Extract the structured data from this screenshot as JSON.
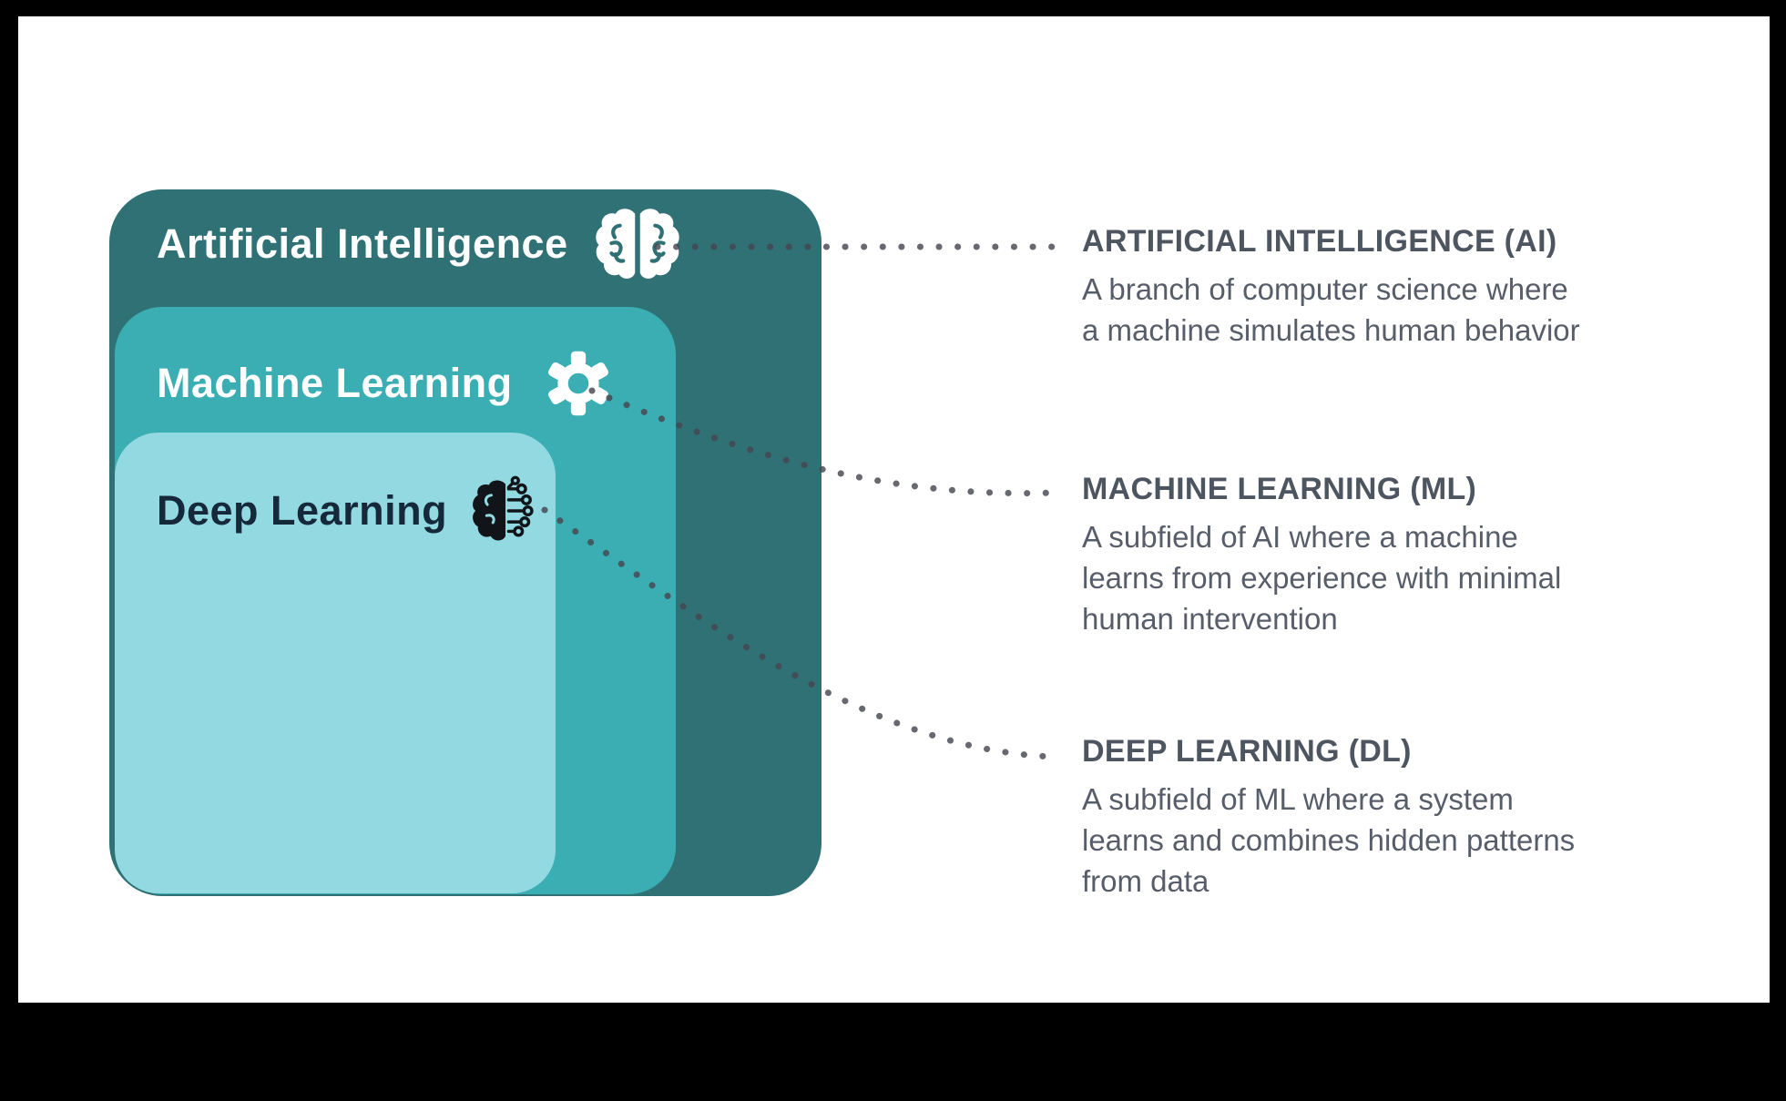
{
  "page": {
    "frame_color": "#000000",
    "panel_color": "#ffffff"
  },
  "diagram": {
    "boxes": [
      {
        "id": "artificial-intelligence",
        "label": "Artificial Intelligence",
        "icon": "brain-icon",
        "fill": "#2f7175",
        "label_color": "#ffffff"
      },
      {
        "id": "machine-learning",
        "label": "Machine Learning",
        "icon": "gear-icon",
        "fill": "#3baeb3",
        "label_color": "#ffffff"
      },
      {
        "id": "deep-learning",
        "label": "Deep Learning",
        "icon": "circuit-brain-icon",
        "fill": "#93d9e2",
        "label_color": "#16293a"
      }
    ],
    "connectors": {
      "style": "dotted",
      "color": "#474751"
    }
  },
  "definitions": [
    {
      "heading": "ARTIFICIAL INTELLIGENCE (AI)",
      "lines": [
        "A branch of computer science where",
        "a machine simulates human behavior"
      ]
    },
    {
      "heading": "MACHINE LEARNING (ML)",
      "lines": [
        "A subfield of AI where a machine",
        "learns from experience with minimal",
        "human intervention"
      ]
    },
    {
      "heading": "DEEP LEARNING (DL)",
      "lines": [
        "A subfield of ML where a system",
        "learns and combines hidden patterns",
        "from data"
      ]
    }
  ],
  "text_colors": {
    "heading": "#4d5560",
    "body": "#575e6a"
  }
}
